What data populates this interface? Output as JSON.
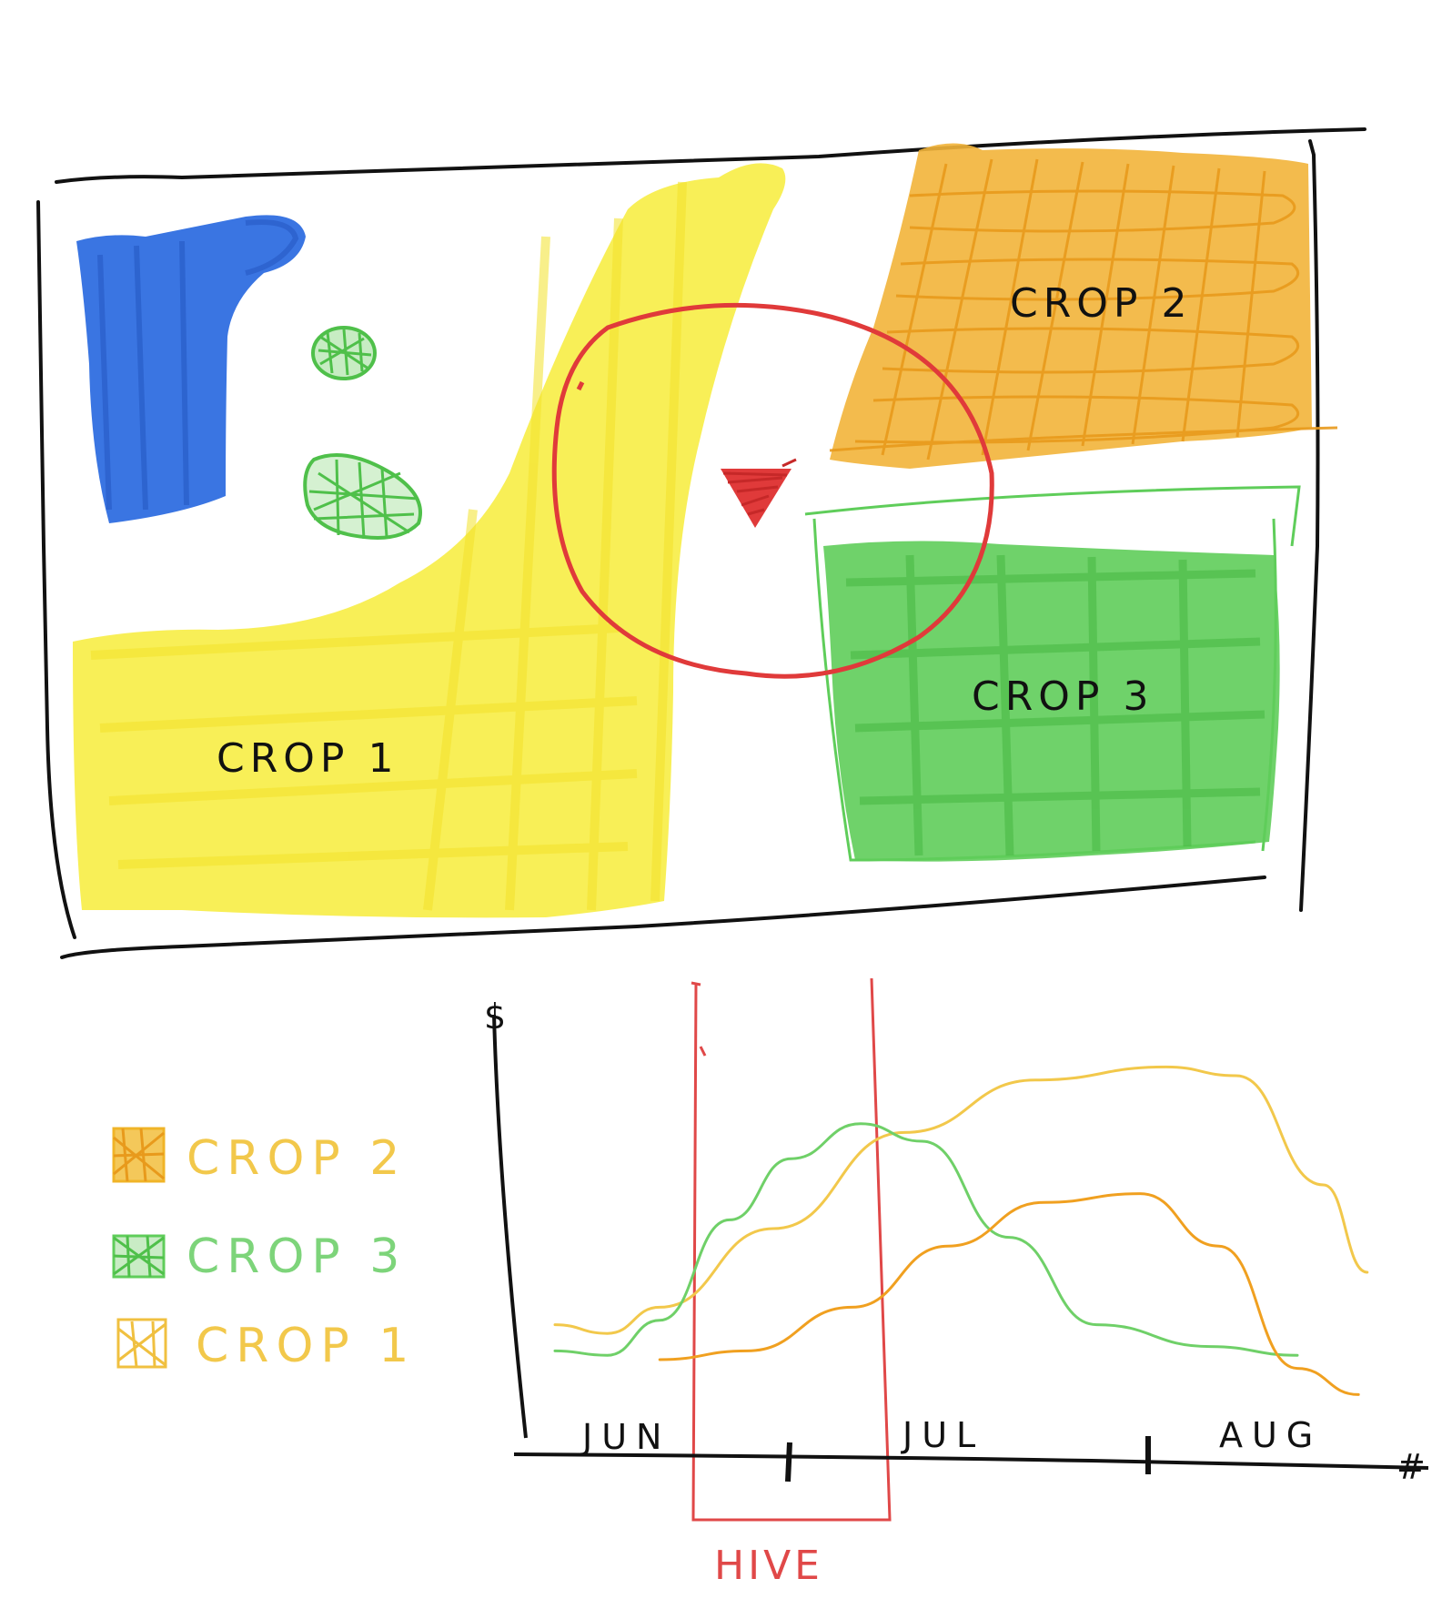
{
  "map": {
    "labels": {
      "crop1": "CROP 1",
      "crop2": "CROP 2",
      "crop3": "CROP 3"
    },
    "colors": {
      "crop1": "#f7ec3a",
      "crop2": "#f0b428",
      "crop3": "#5fcd5a",
      "water": "#2f6ee0",
      "hive": "#e03a3a",
      "trees": "#5fcd5a",
      "border": "#111111"
    }
  },
  "legend": {
    "items": [
      {
        "label": "CROP 2",
        "color": "#f0c040"
      },
      {
        "label": "CROP 3",
        "color": "#7dd47a"
      },
      {
        "label": "CROP 1",
        "color": "#f0c040"
      }
    ]
  },
  "chart": {
    "y_symbol": "$",
    "x_symbol": "#",
    "months": [
      "JUN",
      "JUL",
      "AUG"
    ],
    "window_label": "HIVE"
  },
  "chart_data": {
    "type": "line",
    "title": "",
    "xlabel": "",
    "ylabel": "",
    "x_ticks": [
      "JUN",
      "JUL",
      "AUG"
    ],
    "series": [
      {
        "name": "CROP 2",
        "color": "#f2c84b",
        "points": [
          [
            0,
            0.28
          ],
          [
            0.06,
            0.26
          ],
          [
            0.12,
            0.32
          ],
          [
            0.25,
            0.5
          ],
          [
            0.4,
            0.72
          ],
          [
            0.55,
            0.84
          ],
          [
            0.7,
            0.87
          ],
          [
            0.78,
            0.85
          ],
          [
            0.88,
            0.6
          ],
          [
            0.93,
            0.4
          ]
        ]
      },
      {
        "name": "CROP 3",
        "color": "#6fd068",
        "points": [
          [
            0,
            0.22
          ],
          [
            0.06,
            0.21
          ],
          [
            0.12,
            0.29
          ],
          [
            0.2,
            0.52
          ],
          [
            0.27,
            0.66
          ],
          [
            0.35,
            0.74
          ],
          [
            0.42,
            0.7
          ],
          [
            0.52,
            0.48
          ],
          [
            0.62,
            0.28
          ],
          [
            0.75,
            0.23
          ],
          [
            0.85,
            0.21
          ]
        ]
      },
      {
        "name": "CROP 1",
        "color": "#f0a020",
        "points": [
          [
            0.12,
            0.2
          ],
          [
            0.22,
            0.22
          ],
          [
            0.34,
            0.32
          ],
          [
            0.45,
            0.46
          ],
          [
            0.56,
            0.56
          ],
          [
            0.67,
            0.58
          ],
          [
            0.76,
            0.46
          ],
          [
            0.85,
            0.18
          ],
          [
            0.92,
            0.12
          ]
        ]
      }
    ]
  }
}
